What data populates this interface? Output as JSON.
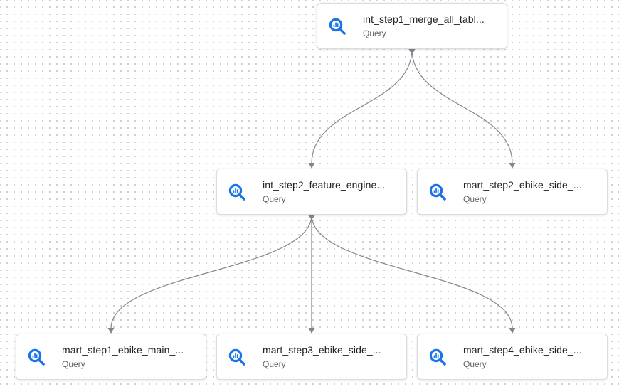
{
  "graph": {
    "nodes": [
      {
        "id": "n1",
        "title": "int_step1_merge_all_tabl...",
        "type": "Query",
        "icon": "bigquery-icon"
      },
      {
        "id": "n2",
        "title": "int_step2_feature_engine...",
        "type": "Query",
        "icon": "bigquery-icon"
      },
      {
        "id": "n3",
        "title": "mart_step2_ebike_side_...",
        "type": "Query",
        "icon": "bigquery-icon"
      },
      {
        "id": "n4",
        "title": "mart_step1_ebike_main_...",
        "type": "Query",
        "icon": "bigquery-icon"
      },
      {
        "id": "n5",
        "title": "mart_step3_ebike_side_...",
        "type": "Query",
        "icon": "bigquery-icon"
      },
      {
        "id": "n6",
        "title": "mart_step4_ebike_side_...",
        "type": "Query",
        "icon": "bigquery-icon"
      }
    ],
    "edges": [
      {
        "from": "n1",
        "to": "n2"
      },
      {
        "from": "n1",
        "to": "n3"
      },
      {
        "from": "n2",
        "to": "n4"
      },
      {
        "from": "n2",
        "to": "n5"
      },
      {
        "from": "n2",
        "to": "n6"
      }
    ]
  },
  "colors": {
    "icon_blue": "#1a73e8",
    "edge": "#80868b",
    "connector_dot": "#80868b"
  }
}
